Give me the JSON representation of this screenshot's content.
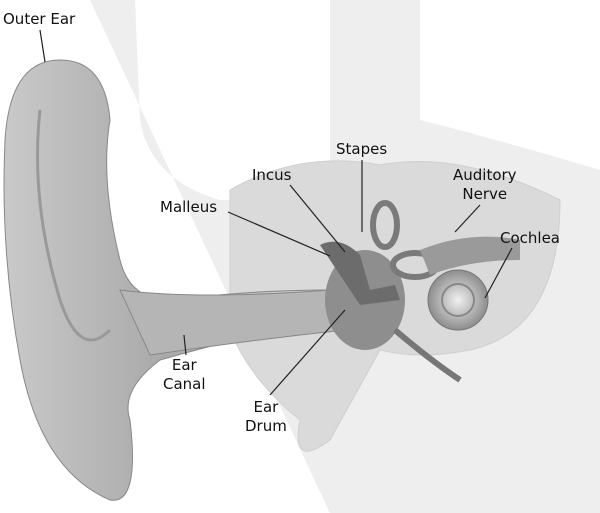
{
  "labels": {
    "outer_ear": "Outer Ear",
    "stapes": "Stapes",
    "incus": "Incus",
    "auditory_nerve_line1": "Auditory",
    "auditory_nerve_line2": "Nerve",
    "malleus": "Malleus",
    "cochlea": "Cochlea",
    "ear_canal_line1": "Ear",
    "ear_canal_line2": "Canal",
    "ear_drum_line1": "Ear",
    "ear_drum_line2": "Drum"
  }
}
